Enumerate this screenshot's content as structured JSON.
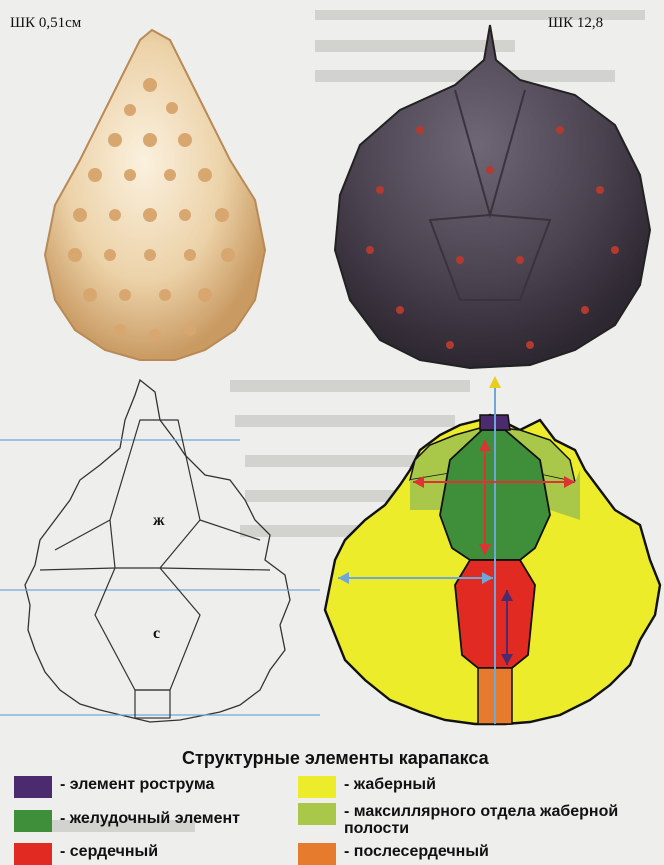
{
  "photos": {
    "left_label": "ШК 0,51см",
    "right_label": "ШК 12,8"
  },
  "diagram_labels": {
    "gastric": "ж",
    "cardiac": "с"
  },
  "legend": {
    "title": "Структурные элементы карапакса",
    "items": [
      {
        "label": "- элемент рострума",
        "color": "#4b2a6e"
      },
      {
        "label": "- жаберный",
        "color": "#ecec2a"
      },
      {
        "label": "- желудочный элемент",
        "color": "#3f8f3a"
      },
      {
        "label": "- максиллярного отдела жаберной полости",
        "color": "#a9c84a"
      },
      {
        "label": "- сердечный",
        "color": "#e02a22"
      },
      {
        "label": "- послесердечный",
        "color": "#e67b2e"
      }
    ]
  },
  "colors": {
    "rostrum": "#4b2a6e",
    "branchial": "#ecec2a",
    "gastric": "#3f8f3a",
    "maxillary": "#a9c84a",
    "cardiac": "#e02a22",
    "postcardiac": "#e67b2e",
    "guide_lines": "#6fa7d9"
  }
}
